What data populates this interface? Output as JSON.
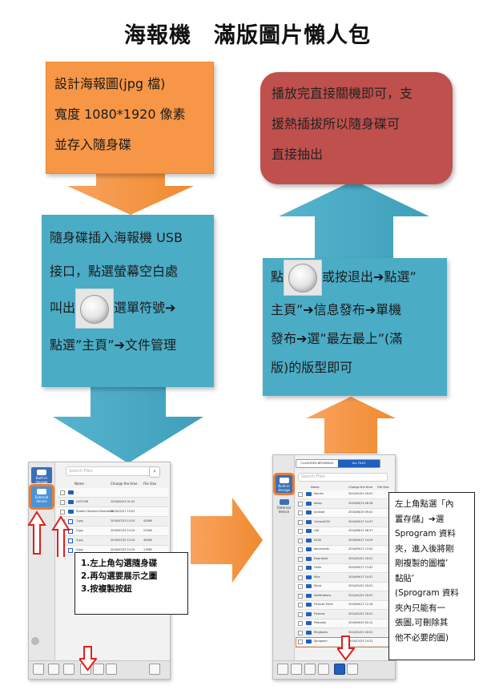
{
  "title": "海報機　滿版圖片懶人包",
  "steps": {
    "design": {
      "line1": "設計海報圖(jpg 檔)",
      "line2": "寬度 1080*1920 像素",
      "line3": "並存入隨身碟"
    },
    "insert": {
      "line1": "隨身碟插入海報機 USB",
      "line2": "接口，點選螢幕空白處",
      "line3a": "叫出",
      "line3b": "選單符號",
      "line4": "點選”主頁”",
      "line4b": "文件管理"
    },
    "publish": {
      "line1a": "點",
      "line1b": "或按退出",
      "line1c": "點選”",
      "line2": "主頁”",
      "line2b": "信息發布",
      "line2c": "單機",
      "line3": "發布",
      "line3b": "選”最左最上”(滿",
      "line4": "版)的版型即可"
    },
    "finish": {
      "line1": "播放完直接關機即可，支",
      "line2": "援熱插拔所以隨身碟可",
      "line3": "直接抽出"
    }
  },
  "arrow_glyph": "➔",
  "note_left": {
    "line1": "1.左上角勾選隨身碟",
    "line2": "2.再勾選要展示之圖",
    "line3": "3.按複製按鈕"
  },
  "note_right": {
    "line1": "左上角點選「內",
    "line2": "置存儲」",
    "line2b": "選",
    "line3": "Sprogram 資料",
    "line4": "夾，進入後將剛",
    "line5": "剛複製的圖檔’",
    "line6": "黏貼’",
    "line7": "(Sprogram 資料",
    "line8": "夾內只能有一",
    "line9": "張圖,可刪除其",
    "line10": "他不必要的圖)"
  },
  "screen_left": {
    "search_placeholder": "Search Files",
    "side_items": [
      "Built-in storage",
      "External device"
    ],
    "columns": [
      "Name",
      "Change the time",
      "File Size"
    ],
    "rows": [
      {
        "name": "..",
        "time": "",
        "size": ""
      },
      {
        "name": "LOST.DIR",
        "time": "2016/02/01 01:42",
        "size": ""
      },
      {
        "name": "System Volume Information",
        "time": "2016/12/27 15:02",
        "size": ""
      },
      {
        "name": "1.jpg",
        "time": "2016/07/25 15:20",
        "size": "420kB"
      },
      {
        "name": "2.jpg",
        "time": "2016/07/25 15:20",
        "size": "212kB"
      },
      {
        "name": "3.jpg",
        "time": "2016/07/25 15:20",
        "size": "490kB"
      },
      {
        "name": "4.jpg",
        "time": "2016/07/25 15:20",
        "size": "1.9MB"
      }
    ],
    "toolbar": [
      "Copy",
      "Select All",
      "Paste",
      "Move",
      "Delete"
    ]
  },
  "screen_right": {
    "tabs": [
      "CLASSIFIED BROWSING",
      "ALL FILES"
    ],
    "search_placeholder": "Search Files",
    "side_items": [
      "Built-in storage",
      "External device"
    ],
    "columns": [
      "Name",
      "Change the time",
      "File Size"
    ],
    "rows": [
      {
        "name": "Alarms",
        "time": "2014/01/01 00:01"
      },
      {
        "name": "amap",
        "time": "2016/09/13 06:18"
      },
      {
        "name": "Android",
        "time": "2016/06/15 09:41"
      },
      {
        "name": "Camera250",
        "time": "2016/09/17 14:37"
      },
      {
        "name": "catl",
        "time": "2016/08/11 06:37"
      },
      {
        "name": "DCIM",
        "time": "2016/09/17 14:29"
      },
      {
        "name": "documents",
        "time": "2016/09/17 13:42"
      },
      {
        "name": "Download",
        "time": "2014/01/01 00:01"
      },
      {
        "name": "Fonts",
        "time": "2016/09/17 13:42"
      },
      {
        "name": "Mics",
        "time": "2016/09/17 14:37"
      },
      {
        "name": "Music",
        "time": "2014/01/01 00:01"
      },
      {
        "name": "Notifications",
        "time": "2014/01/01 00:01"
      },
      {
        "name": "Pictures Tranh",
        "time": "2016/09/17 12:16"
      },
      {
        "name": "Pictures",
        "time": "2014/01/01 00:01"
      },
      {
        "name": "Podcasts",
        "time": "2016/09/29 00:12"
      },
      {
        "name": "Ringtones",
        "time": "2014/01/01 00:01"
      },
      {
        "name": "Sprogram",
        "time": "2016/12/25 14:32"
      }
    ]
  },
  "colors": {
    "orange": "#f79646",
    "blue": "#4bacc6",
    "red": "#c0504d",
    "arrow_red": "#e0201a"
  }
}
